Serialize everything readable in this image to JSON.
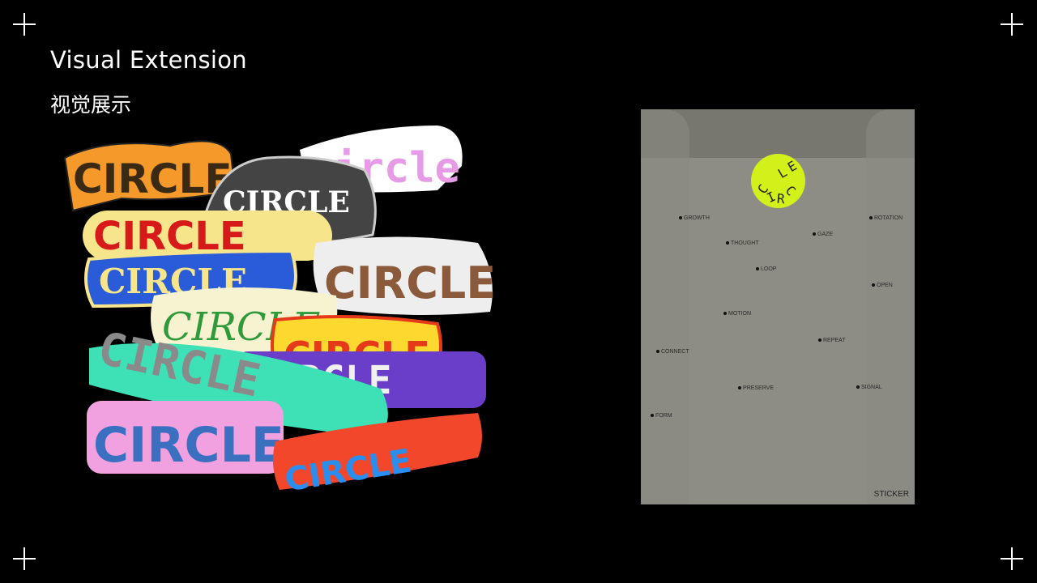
{
  "header": {
    "title_en": "Visual Extension",
    "title_cn": "视觉展示"
  },
  "collage": {
    "stickers": [
      "CIRCLE",
      "CIRCLE",
      "CIRCLE",
      "CIRCLE",
      "CIRCLE",
      "CIRCLE",
      "CIRCLE",
      "CIRCLE",
      "CIRCLE",
      "CIRCLE",
      "CIRCLE",
      "circle"
    ]
  },
  "card": {
    "label": "STICKER",
    "badge_chars": [
      "C",
      "I",
      "R",
      "C",
      "L",
      "E"
    ],
    "words": [
      "GROWTH",
      "ROTATION",
      "THOUGHT",
      "GAZE",
      "LOOP",
      "OPEN",
      "MOTION",
      "REPEAT",
      "CONNECT",
      "PRESERVE",
      "SIGNAL",
      "FORM"
    ]
  },
  "colors": {
    "background": "#000000",
    "card": "#8a8a82",
    "badge": "#d4f01a"
  }
}
